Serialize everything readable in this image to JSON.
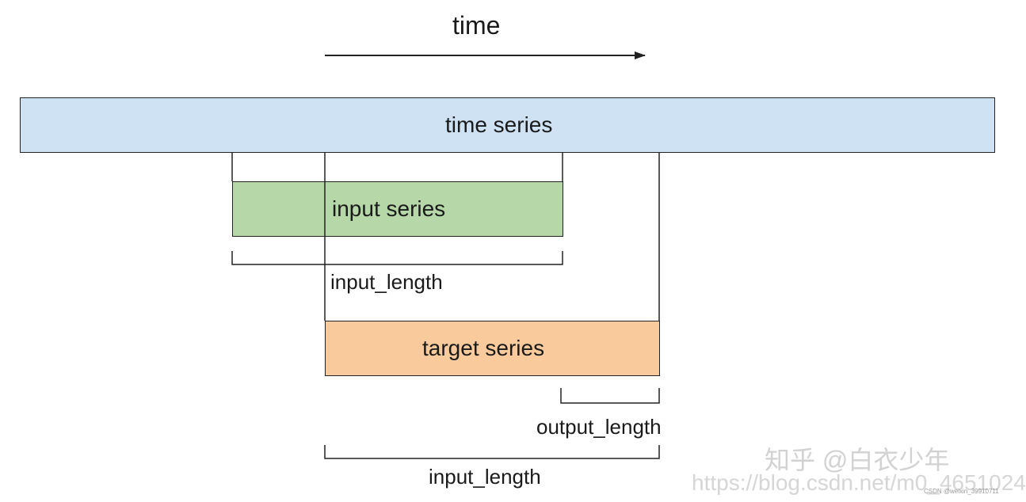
{
  "diagram": {
    "time_label": "time",
    "time_series_label": "time series",
    "input_series_label": "input series",
    "input_length_top_label": "input_length",
    "target_series_label": "target series",
    "output_length_label": "output_length",
    "input_length_bottom_label": "input_length"
  },
  "colors": {
    "time_series_fill": "#cfe2f3",
    "input_series_fill": "#b6d7a8",
    "target_series_fill": "#f9cb9c",
    "line_color": "#222222"
  },
  "watermark": {
    "zhihu": "知乎 @白衣少年",
    "url": "https://blog.csdn.net/m0_4651024",
    "csdn": "CSDN @weixin_39910711"
  }
}
